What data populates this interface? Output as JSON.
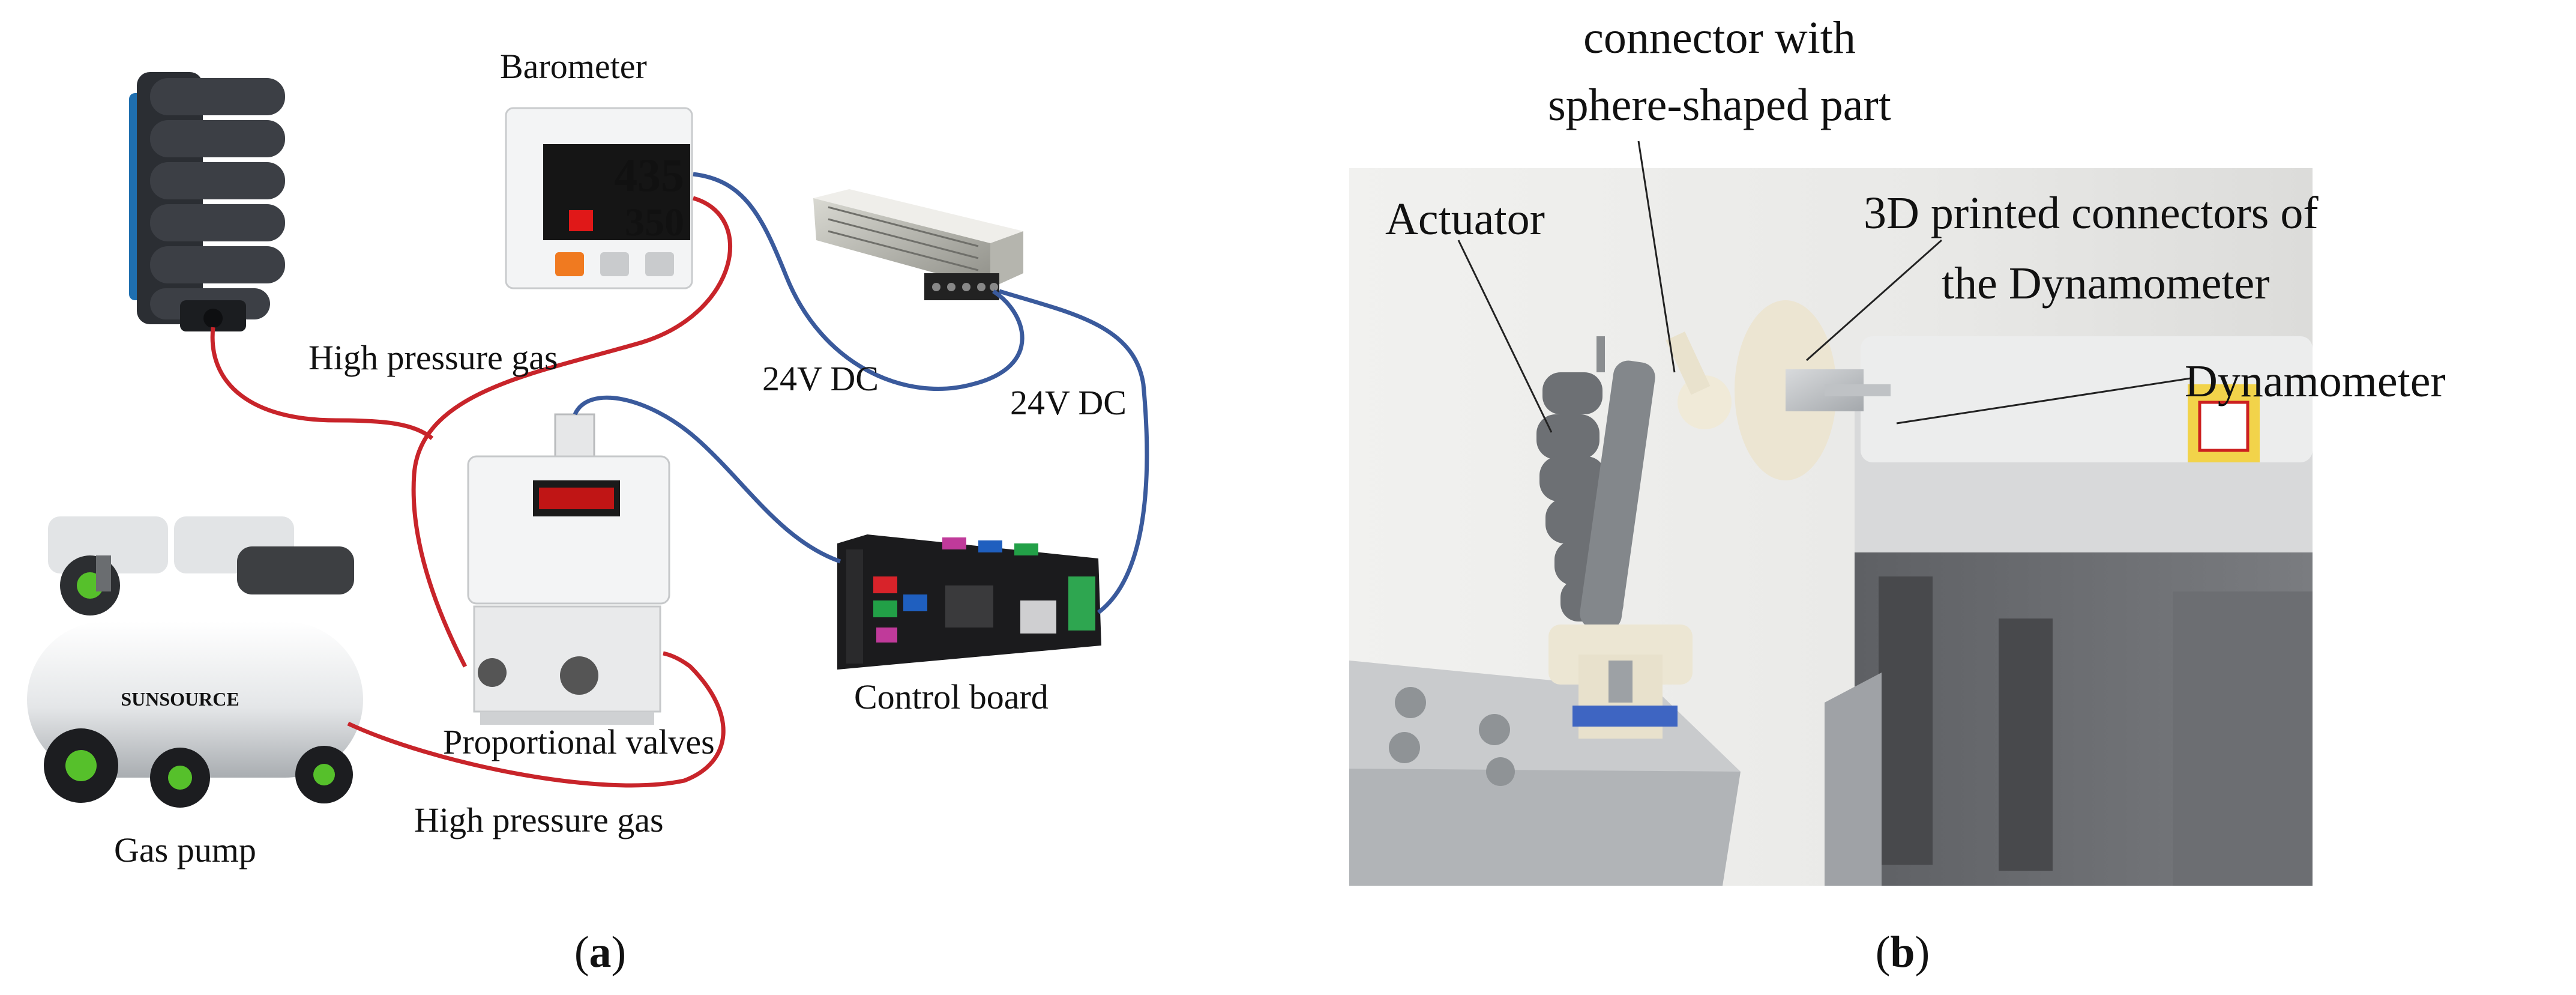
{
  "panel_a": {
    "labels": {
      "barometer": "Barometer",
      "high_pressure_gas_top": "High pressure gas",
      "dc_left": "24V DC",
      "dc_right": "24V DC",
      "proportional_valves": "Proportional valves",
      "control_board": "Control board",
      "high_pressure_gas_bottom": "High pressure gas",
      "gas_pump": "Gas pump"
    },
    "barometer_display": {
      "top": "435",
      "bottom": "350"
    },
    "pump_brand": "SUNSOURCE",
    "caption": {
      "open": "(",
      "letter": "a",
      "close": ")"
    },
    "colors": {
      "gas_line": "#c8242a",
      "power_line": "#3a5a9c",
      "display_red": "#e01818",
      "display_green": "#2fd04a"
    }
  },
  "panel_b": {
    "labels": {
      "connector_line1": "connector with",
      "connector_line2": "sphere-shaped part",
      "actuator": "Actuator",
      "printed_line1": "3D printed connectors of",
      "printed_line2": "the Dynamometer",
      "dynamometer": "Dynamometer"
    },
    "caption": {
      "open": "(",
      "letter": "b",
      "close": ")"
    }
  }
}
